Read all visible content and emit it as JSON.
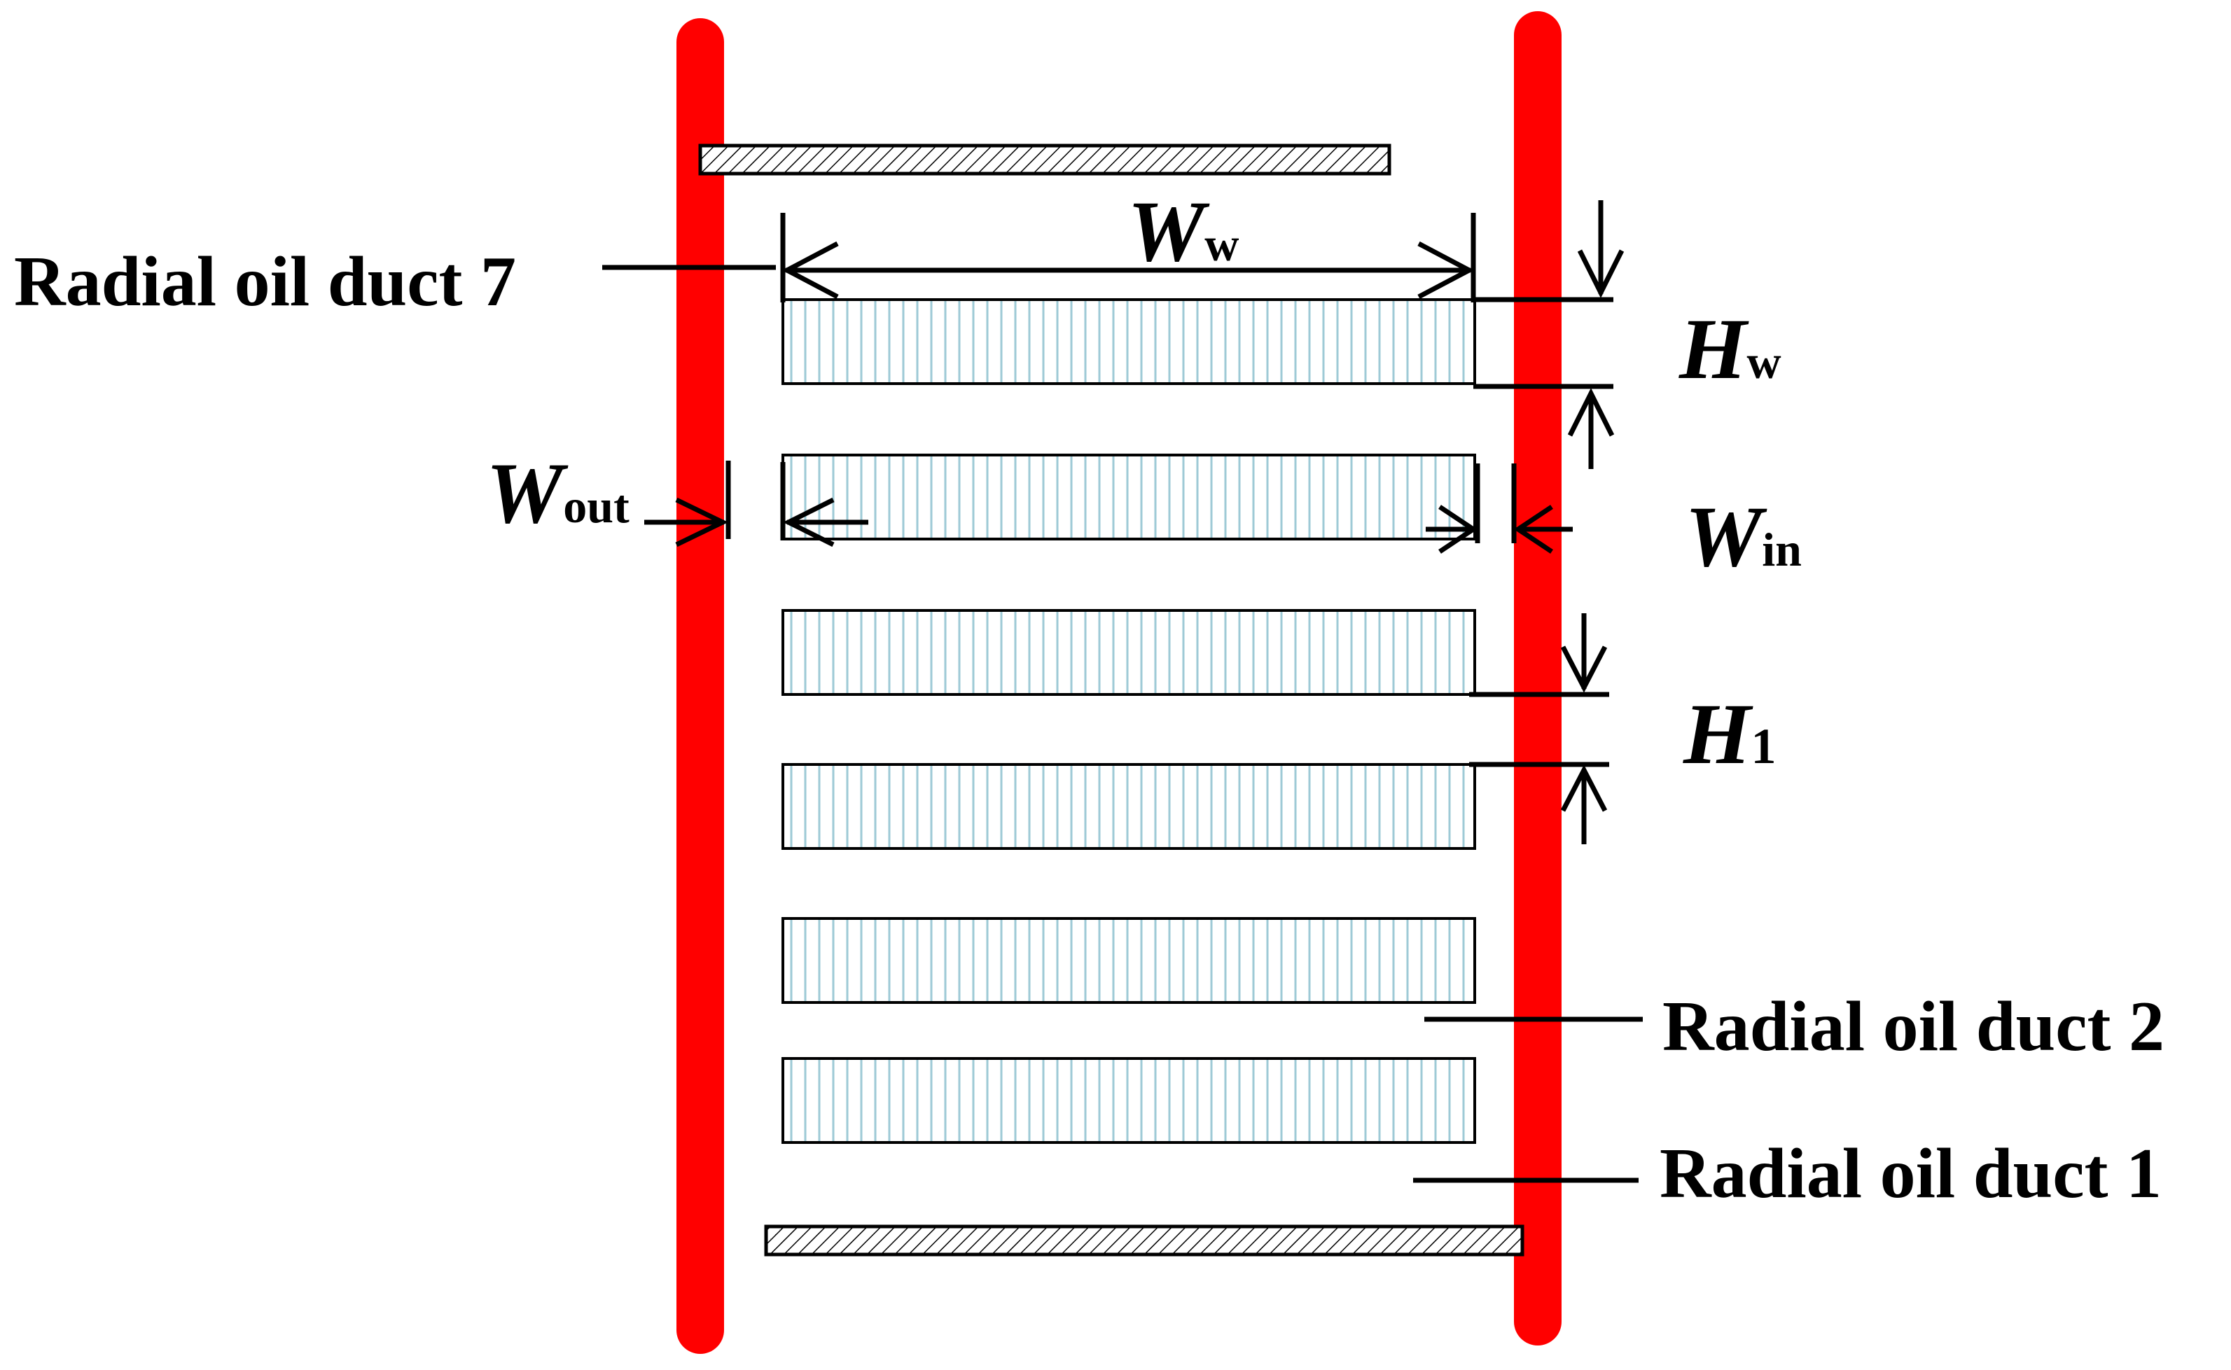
{
  "colors": {
    "cylinder": "#ff0000",
    "disc_fill": "#ffffff",
    "disc_hatch": "#9ecad6",
    "washer_hatch": "#000000",
    "line": "#000000"
  },
  "labels": {
    "duct7": "Radial oil duct 7",
    "duct2": "Radial oil duct 2",
    "duct1": "Radial oil duct 1"
  },
  "symbols": {
    "ww": {
      "main": "W",
      "sub": "w"
    },
    "hw": {
      "main": "H",
      "sub": "w"
    },
    "wout": {
      "main": "W",
      "sub": "out"
    },
    "win": {
      "main": "W",
      "sub": "in"
    },
    "h1": {
      "main": "H",
      "sub": "1"
    }
  }
}
